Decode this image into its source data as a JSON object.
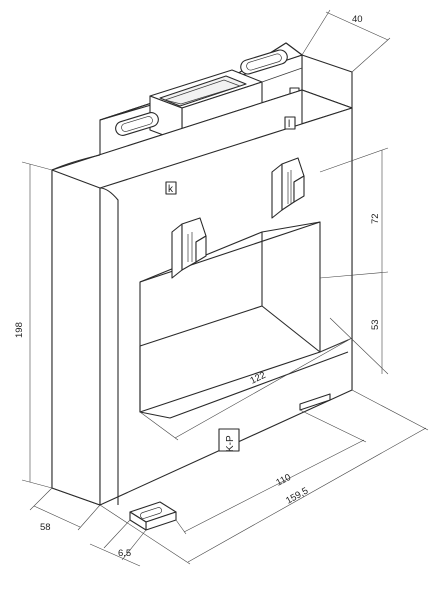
{
  "dimensions": {
    "depth_top": "40",
    "height_total": "198",
    "window_height_upper": "72",
    "window_height_lower": "53",
    "window_width": "122",
    "base_width": "110",
    "base_width_total": "159,5",
    "depth_base": "58",
    "foot_offset": "6,5"
  },
  "labels": {
    "terminal_k": "k",
    "terminal_l": "l",
    "primary_marking": "K-P"
  }
}
